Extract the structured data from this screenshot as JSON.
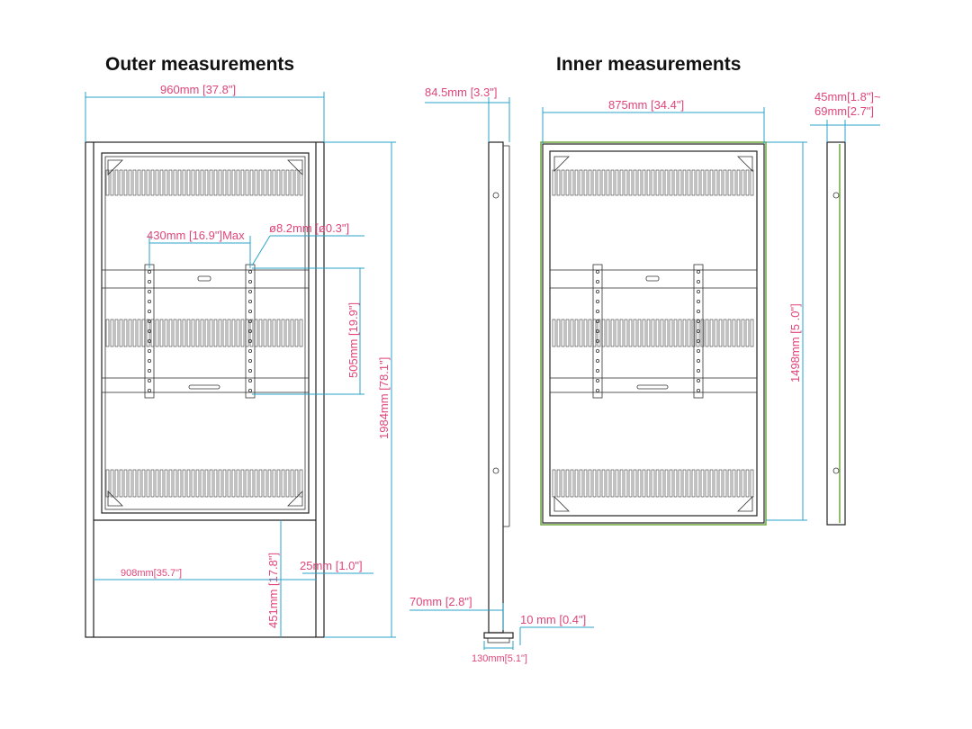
{
  "titles": {
    "outer": "Outer measurements",
    "inner": "Inner measurements"
  },
  "outer": {
    "width": "960mm  [37.8\"]",
    "vesa": "430mm  [16.9\"]Max",
    "hole": "ø8.2mm  [ø0.3\"]",
    "vesa_height": "505mm  [19.9\"]",
    "total_height": "1984mm  [78.1\"]",
    "foot_height": "451mm  [17.8\"]",
    "foot_width": "908mm[35.7\"]",
    "foot_inset": "25mm  [1.0\"]"
  },
  "outer_side": {
    "depth": "84.5mm  [3.3\"]",
    "leg": "70mm  [2.8\"]",
    "foot_thickness": "10 mm [0.4\"]",
    "foot_depth": "130mm[5.1\"]"
  },
  "inner": {
    "width": "875mm  [34.4\"]",
    "height": "1498mm  [5 .0\"]"
  },
  "inner_side": {
    "depth_min": "45mm[1.8\"]~",
    "depth_max": "69mm[2.7\"]"
  },
  "colors": {
    "dimension_line": "#2aa3c9",
    "dimension_text": "#e0457a",
    "outline": "#222222",
    "inner_frame": "#6fa83f"
  }
}
